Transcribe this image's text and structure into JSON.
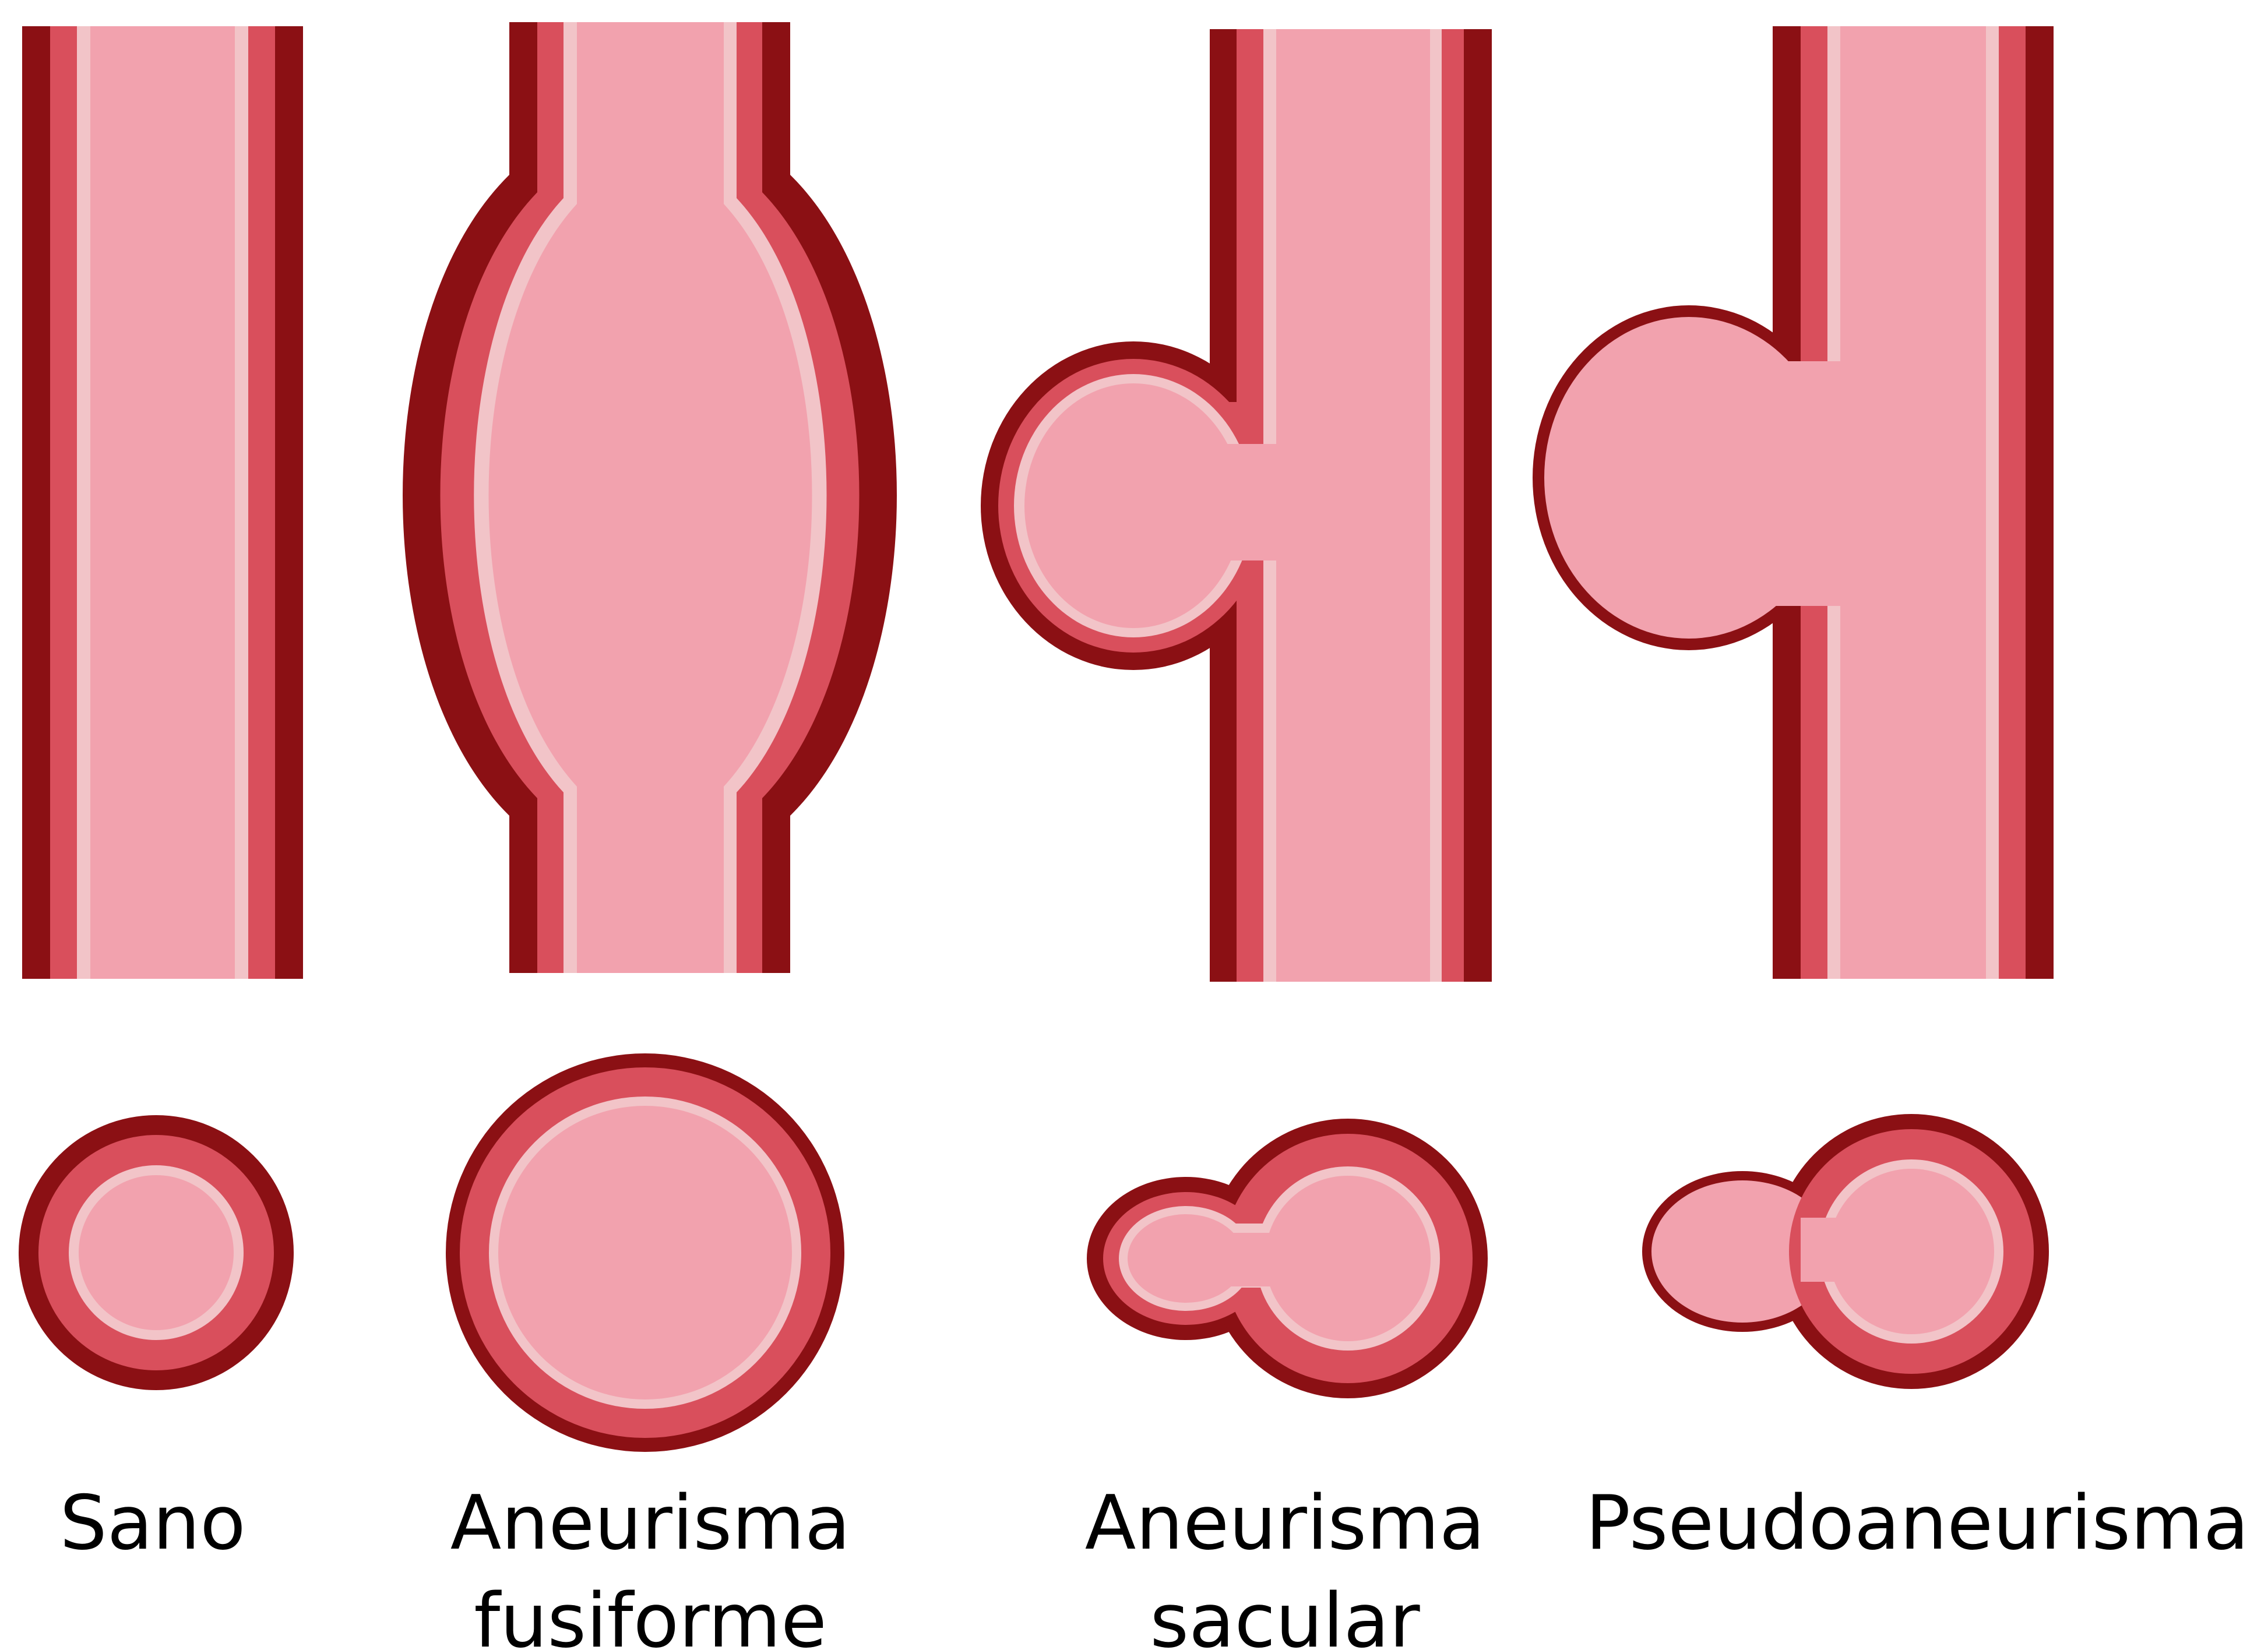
{
  "colors": {
    "adventitia": "#8b1014",
    "media": "#d94f5c",
    "intima": "#f2c4c8",
    "lumen": "#f2a2ae",
    "background": "#ffffff",
    "text": "#000000"
  },
  "panels": [
    {
      "id": "healthy",
      "caption_lines": [
        "Sano"
      ]
    },
    {
      "id": "fusiform",
      "caption_lines": [
        "Aneurisma",
        "fusiforme"
      ]
    },
    {
      "id": "saccular",
      "caption_lines": [
        "Aneurisma",
        "sacular"
      ]
    },
    {
      "id": "pseudo",
      "caption_lines": [
        "Pseudoaneurisma"
      ]
    }
  ]
}
